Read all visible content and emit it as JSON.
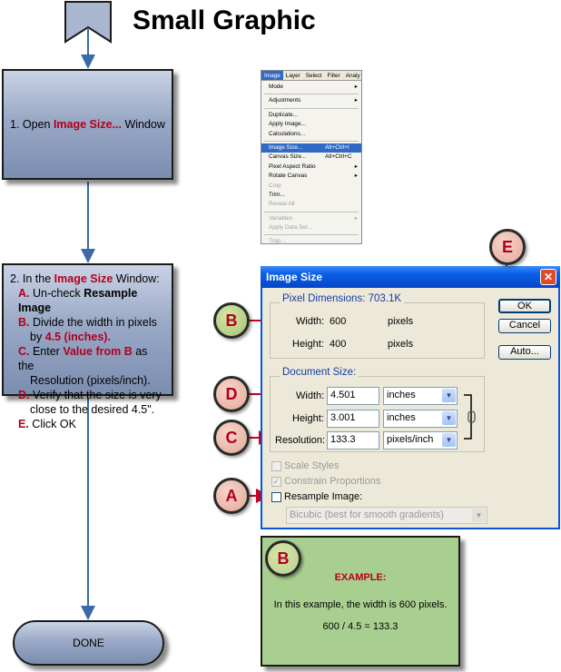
{
  "title": "Small Graphic",
  "flow": {
    "step1": {
      "prefix": "1. Open ",
      "highlight": "Image Size...",
      "suffix": " Window"
    },
    "step2": {
      "intro_prefix": "2. In the ",
      "intro_highlight": "Image Size",
      "intro_suffix": " Window:",
      "a_letter": "A.",
      "a_text": " Un-check ",
      "a_bold": "Resample Image",
      "b_letter": "B.",
      "b_text1": " Divide the width in pixels",
      "b_text2": "by ",
      "b_bold": "4.5 (inches).",
      "c_letter": "C.",
      "c_text1": " Enter ",
      "c_bold": "Value from B",
      "c_text2": " as the",
      "c_text3": "Resolution (pixels/inch).",
      "d_letter": "D.",
      "d_text1": " Verify that the size is very",
      "d_text2": "close to the desired 4.5\".",
      "e_letter": "E.",
      "e_text": " Click OK"
    },
    "done": "DONE"
  },
  "menu": {
    "bar": [
      "Image",
      "Layer",
      "Select",
      "Filter",
      "Analy"
    ],
    "groups": [
      [
        {
          "label": "Mode",
          "arrow": "▸"
        }
      ],
      [
        {
          "label": "Adjustments",
          "arrow": "▸"
        }
      ],
      [
        {
          "label": "Duplicate..."
        },
        {
          "label": "Apply Image..."
        },
        {
          "label": "Calculations..."
        }
      ],
      [
        {
          "label": "Image Size...",
          "shortcut": "Alt+Ctrl+I",
          "highlight": true
        },
        {
          "label": "Canvas Size...",
          "shortcut": "Alt+Ctrl+C"
        },
        {
          "label": "Pixel Aspect Ratio",
          "arrow": "▸"
        },
        {
          "label": "Rotate Canvas",
          "arrow": "▸"
        },
        {
          "label": "Crop",
          "disabled": true
        },
        {
          "label": "Trim..."
        },
        {
          "label": "Reveal All",
          "disabled": true
        }
      ],
      [
        {
          "label": "Variables",
          "arrow": "▸",
          "disabled": true
        },
        {
          "label": "Apply Data Set...",
          "disabled": true
        }
      ],
      [
        {
          "label": "Trap...",
          "disabled": true
        }
      ]
    ]
  },
  "dialog": {
    "title": "Image Size",
    "close": "✕",
    "pixel_dimensions_label": "Pixel Dimensions:",
    "pixel_dimensions_value": "703.1K",
    "width_label": "Width:",
    "width_value": "600",
    "width_unit": "pixels",
    "height_label": "Height:",
    "height_value": "400",
    "height_unit": "pixels",
    "document_size_label": "Document Size:",
    "doc_width_label": "Width:",
    "doc_width_value": "4.501",
    "doc_width_unit": "inches",
    "doc_height_label": "Height:",
    "doc_height_value": "3.001",
    "doc_height_unit": "inches",
    "resolution_label": "Resolution:",
    "resolution_value": "133.3",
    "resolution_unit": "pixels/inch",
    "scale_styles": "Scale Styles",
    "constrain_proportions": "Constrain Proportions",
    "resample_image": "Resample Image:",
    "resample_method": "Bicubic (best for smooth gradients)",
    "ok": "OK",
    "cancel": "Cancel",
    "auto": "Auto..."
  },
  "callouts": {
    "a": "A",
    "b": "B",
    "c": "C",
    "d": "D",
    "e": "E",
    "b2": "B"
  },
  "example": {
    "heading": "EXAMPLE:",
    "line1": "In this example, the width is 600 pixels.",
    "line2": "600 / 4.5 = 133.3"
  },
  "colors": {
    "accent_red": "#b3001b",
    "arrow_blue": "#3a6aa8",
    "flow_box": "#9aa9c6",
    "example_green": "#a9cf90"
  }
}
